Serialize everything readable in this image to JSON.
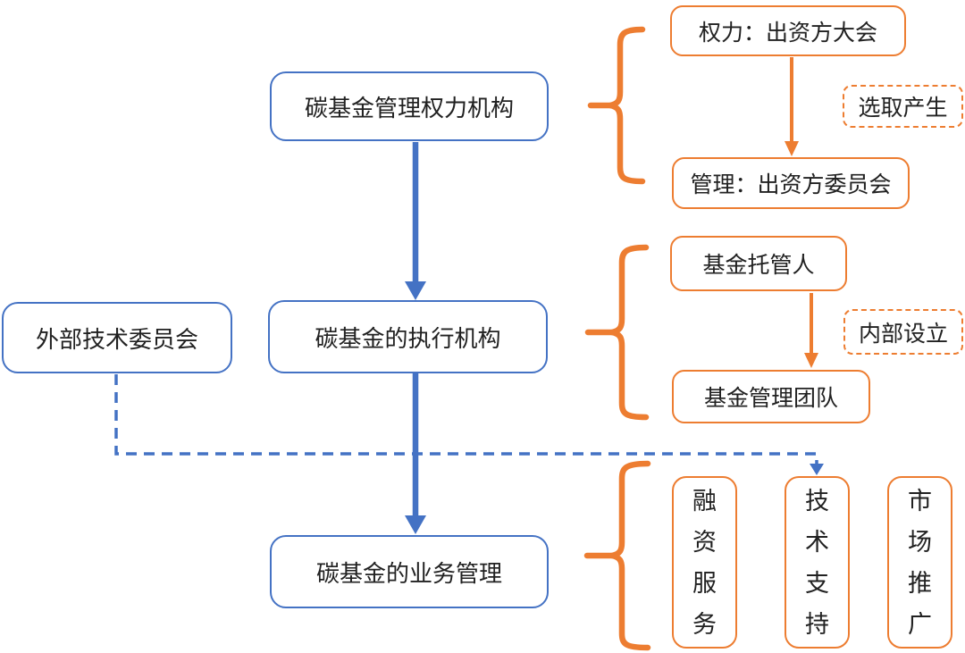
{
  "colors": {
    "primary_blue": "#4472C4",
    "accent_orange": "#ED7D31",
    "text": "#212121",
    "background": "#FFFFFF"
  },
  "nodes": {
    "power_org": "碳基金管理权力机构",
    "exec_org": "碳基金的执行机构",
    "external_committee": "外部技术委员会",
    "business_mgmt": "碳基金的业务管理",
    "power_assembly": "权力：出资方大会",
    "selection_note": "选取产生",
    "mgmt_committee": "管理：出资方委员会",
    "custodian": "基金托管人",
    "internal_note": "内部设立",
    "mgmt_team": "基金管理团队",
    "financing_service": "融资服务",
    "tech_support": "技术支持",
    "market_promotion": "市场推广"
  }
}
